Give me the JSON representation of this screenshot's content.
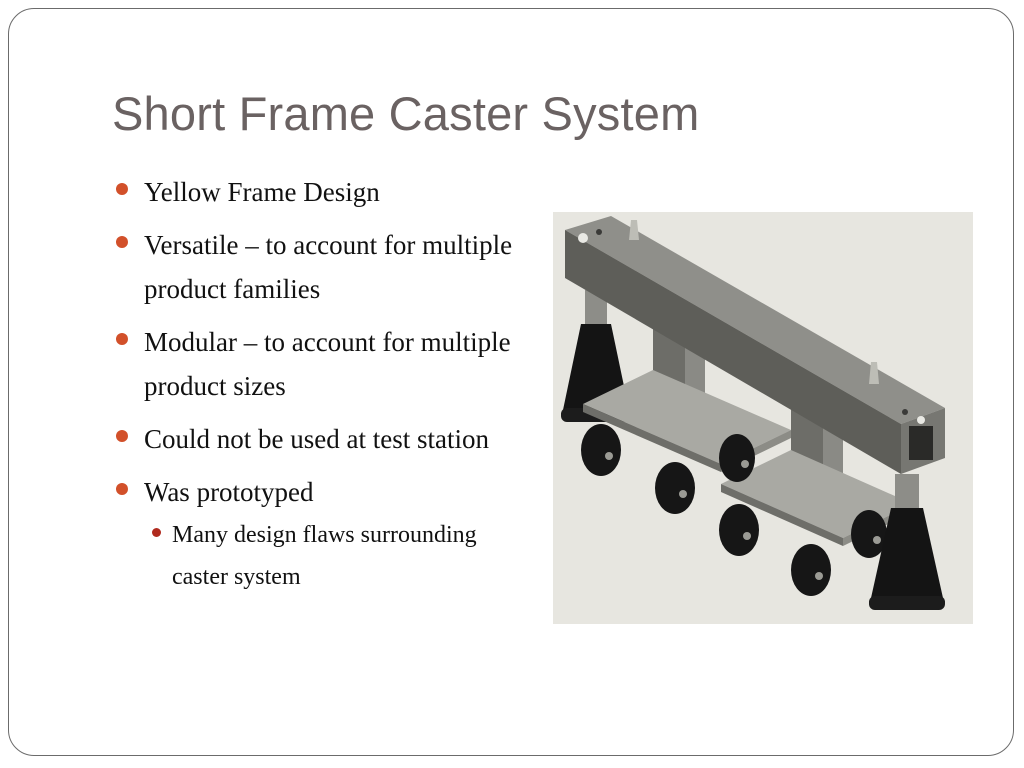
{
  "slide": {
    "title": "Short Frame Caster System",
    "bullets": [
      "Yellow Frame Design",
      "Versatile – to account for multiple product families",
      "Modular – to account for multiple product sizes",
      "Could not be used at test station",
      "Was prototyped"
    ],
    "sub_bullets": [
      "Many design flaws surrounding caster system"
    ],
    "colors": {
      "title": "#6a6262",
      "bullet_marker": "#d2502a",
      "sub_bullet_marker": "#b02a1e",
      "image_background": "#e7e6e0"
    }
  }
}
